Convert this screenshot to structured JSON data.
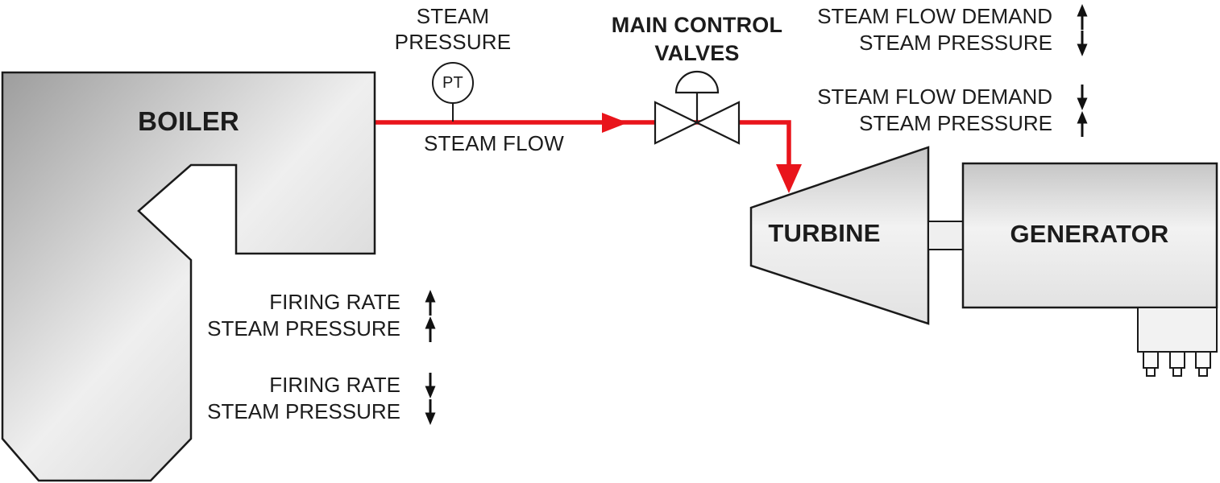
{
  "diagram": {
    "labels": {
      "boiler": "BOILER",
      "turbine": "TURBINE",
      "generator": "GENERATOR",
      "main_control_valves": "MAIN CONTROL VALVES",
      "steam_pressure_sensor": "STEAM PRESSURE",
      "pt": "PT",
      "steam_flow": "STEAM FLOW"
    },
    "annotations": {
      "boiler_side": [
        {
          "rows": [
            {
              "text": "FIRING RATE",
              "arrow": "up"
            },
            {
              "text": "STEAM PRESSURE",
              "arrow": "up"
            }
          ]
        },
        {
          "rows": [
            {
              "text": "FIRING RATE",
              "arrow": "down"
            },
            {
              "text": "STEAM PRESSURE",
              "arrow": "down"
            }
          ]
        }
      ],
      "turbine_side": [
        {
          "rows": [
            {
              "text": "STEAM FLOW DEMAND",
              "arrow": "up"
            },
            {
              "text": "STEAM PRESSURE",
              "arrow": "down"
            }
          ]
        },
        {
          "rows": [
            {
              "text": "STEAM FLOW DEMAND",
              "arrow": "down"
            },
            {
              "text": "STEAM PRESSURE",
              "arrow": "up"
            }
          ]
        }
      ]
    },
    "colors": {
      "steam_line": "#e9141b",
      "outline": "#1a1a1a",
      "text": "#1c1c1c",
      "shape_fill_light": "#f2f2f2",
      "shape_fill_dark": "#9d9d9d"
    }
  }
}
